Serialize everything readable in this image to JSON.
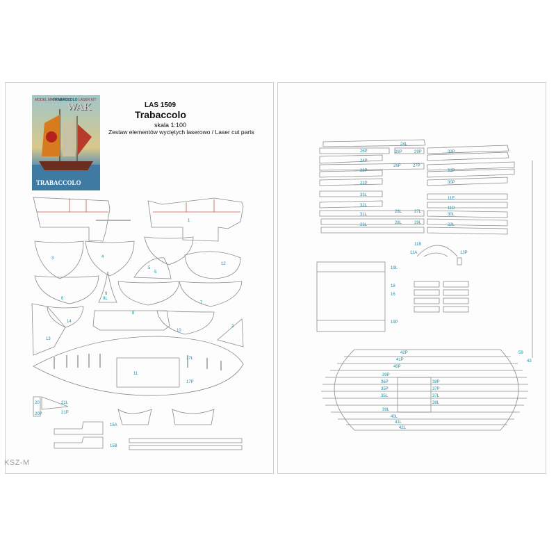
{
  "cover": {
    "brand": "MODEL MARYNARSKI",
    "title": "TRABACCOLO",
    "kit": "LASER KIT",
    "logo": "WAK",
    "bottom_name": "TRABACCOLO"
  },
  "header": {
    "code": "LAS 1509",
    "name": "Trabaccolo",
    "scale": "skala 1:100",
    "description": "Zestaw elementów wyciętych laserowo / Laser cut parts"
  },
  "left_labels": [
    "1",
    "3",
    "4",
    "5",
    "5",
    "12",
    "6",
    "9",
    "9L",
    "7",
    "8",
    "14",
    "10",
    "2",
    "13",
    "11",
    "17L",
    "17P",
    "20",
    "20P",
    "21L",
    "21P",
    "15A",
    "15B"
  ],
  "right_labels": [
    "24L",
    "25P",
    "28P",
    "29P",
    "33P",
    "24P",
    "26P",
    "27P",
    "23P",
    "31P",
    "22P",
    "30P",
    "33L",
    "32L",
    "26L",
    "27L",
    "31L",
    "30L",
    "29L",
    "28L",
    "23L",
    "22L",
    "11E",
    "11D",
    "11B",
    "11A",
    "13P",
    "19L",
    "16",
    "18",
    "19P",
    "59",
    "43",
    "42P",
    "41P",
    "40P",
    "39P",
    "36P",
    "38P",
    "35P",
    "37P",
    "35L",
    "37L",
    "38L",
    "39L",
    "40L",
    "41L",
    "42L"
  ],
  "colors": {
    "label": "#1e8fa6",
    "cut_line": "#8a8a8a",
    "red_line": "#c4574f"
  },
  "watermark": "KSZ-M"
}
